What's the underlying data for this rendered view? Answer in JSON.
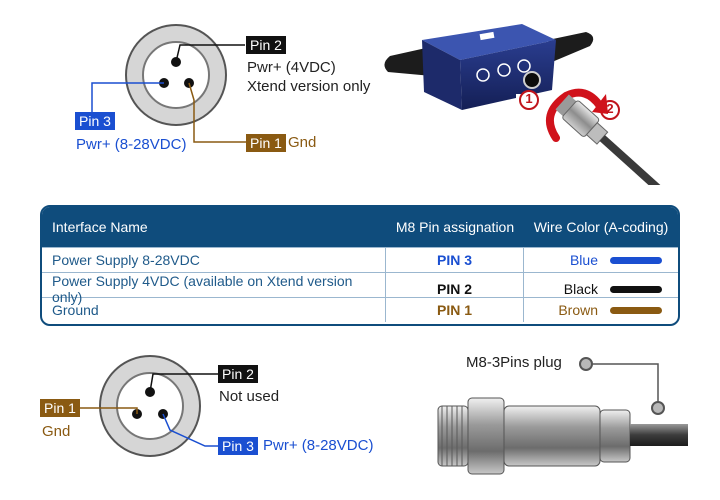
{
  "colors": {
    "blue": "#1a4fd1",
    "black": "#111111",
    "brown": "#8a5a12",
    "table_header": "#0f4c7c",
    "pin_tag": "#111111"
  },
  "top_connector": {
    "pin2": {
      "label": "Pin 2",
      "desc_line1": "Pwr+ (4VDC)",
      "desc_line2": "Xtend version only"
    },
    "pin3": {
      "label": "Pin 3",
      "desc": "Pwr+ (8-28VDC)"
    },
    "pin1": {
      "label": "Pin 1",
      "desc": "Gnd"
    }
  },
  "device_callouts": {
    "step1": "1",
    "step2": "2"
  },
  "table": {
    "headers": [
      "Interface Name",
      "M8 Pin assignation",
      "Wire Color (A-coding)"
    ],
    "rows": [
      {
        "name": "Power Supply 8-28VDC",
        "pin": "PIN 3",
        "color_name": "Blue",
        "color": "#1a4fd1"
      },
      {
        "name": "Power Supply 4VDC (available on Xtend version only)",
        "pin": "PIN 2",
        "color_name": "Black",
        "color": "#111111"
      },
      {
        "name": "Ground",
        "pin": "PIN 1",
        "color_name": "Brown",
        "color": "#8a5a12"
      }
    ]
  },
  "bottom_connector": {
    "pin2": {
      "label": "Pin 2",
      "desc": "Not used"
    },
    "pin1": {
      "label": "Pin 1",
      "desc": "Gnd"
    },
    "pin3": {
      "label": "Pin 3",
      "desc": "Pwr+ (8-28VDC)"
    }
  },
  "plug": {
    "label": "M8-3Pins plug"
  }
}
